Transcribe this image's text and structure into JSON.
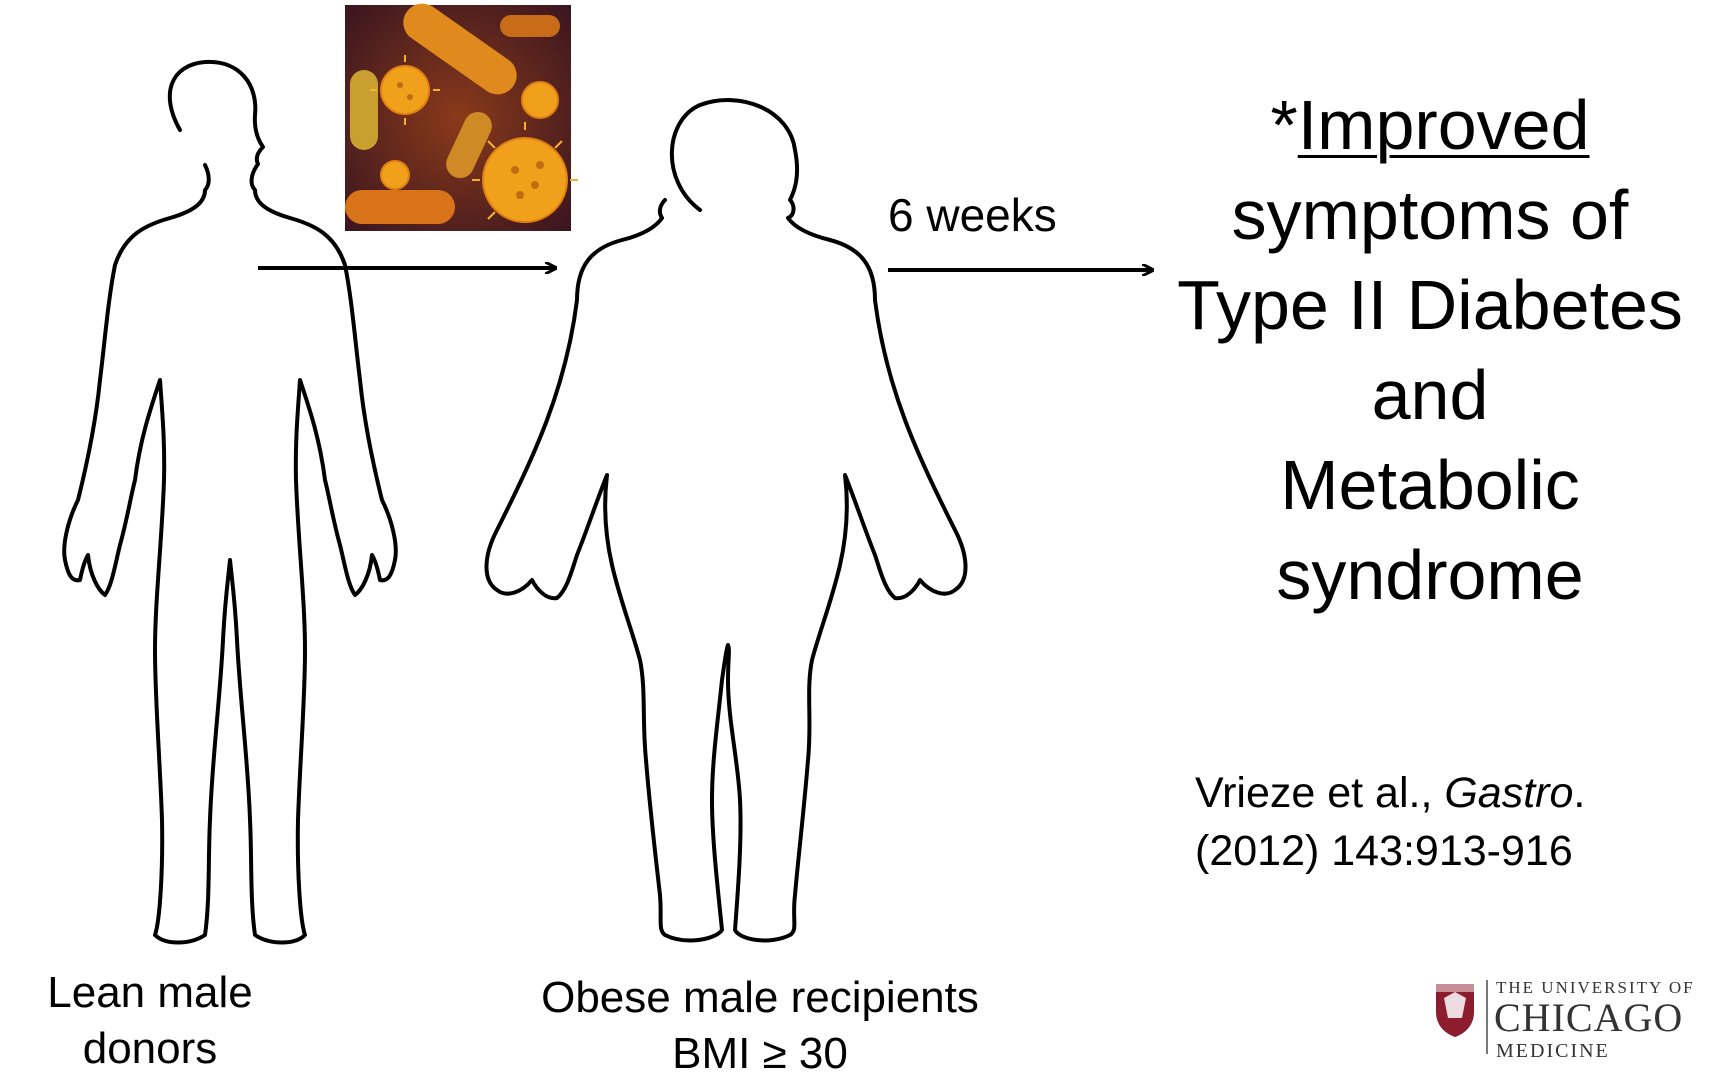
{
  "timing_label": "6 weeks",
  "donor_label": {
    "line1": "Lean male",
    "line2": "donors"
  },
  "recipient_label": {
    "line1": "Obese male recipients",
    "line2": "BMI ≥ 30"
  },
  "outcome": {
    "asterisk": "*",
    "line1": "Improved",
    "line2": "symptoms of",
    "line3": "Type II Diabetes",
    "line4": "and",
    "line5": "Metabolic",
    "line6": "syndrome"
  },
  "citation": {
    "authors": "Vrieze et al., ",
    "journal": "Gastro",
    "after_journal": ".",
    "line2": "(2012) 143:913-916"
  },
  "logo": {
    "line1": "THE UNIVERSITY OF",
    "line2": "CHICAGO",
    "line3": "MEDICINE"
  },
  "icons": {
    "microbes": "bacteria-image",
    "lean": "lean-body-outline",
    "obese": "obese-body-outline"
  },
  "colors": {
    "logo_red": "#8c1d2f",
    "bacteria_orange": "#e08a1e"
  }
}
